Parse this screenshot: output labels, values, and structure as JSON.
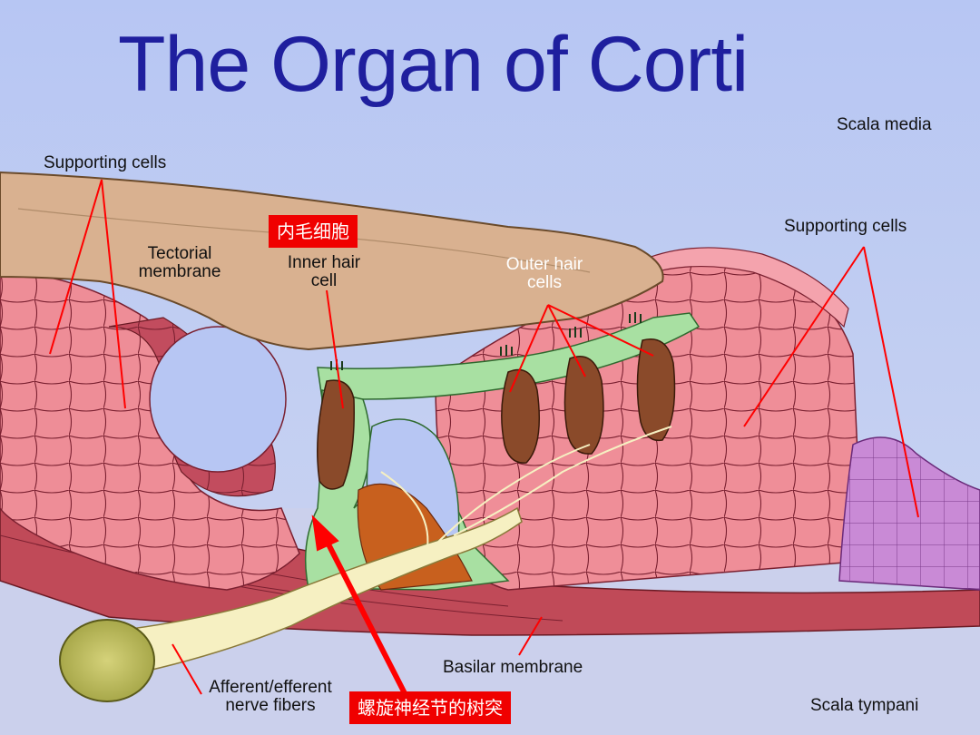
{
  "title": "The Organ of Corti",
  "labels": {
    "scala_media": "Scala media",
    "supporting_cells_left": "Supporting cells",
    "supporting_cells_right": "Supporting cells",
    "tectorial_membrane": "Tectorial\nmembrane",
    "inner_hair_cell": "Inner hair\ncell",
    "outer_hair_cells": "Outer hair\ncells",
    "basilar_membrane": "Basilar membrane",
    "nerve_fibers": "Afferent/efferent\nnerve fibers",
    "scala_tympani": "Scala tympani"
  },
  "annotations": {
    "inner_hair_cell_zh": "内毛细胞",
    "spiral_ganglion_dendrite_zh": "螺旋神经节的树突"
  },
  "colors": {
    "title": "#1f1f9e",
    "background": "#b9c8f2",
    "tectorial": "#d9b190",
    "tissue_pink": "#ee8d97",
    "tissue_dark": "#c24c5e",
    "green_support": "#a8e0a2",
    "hair_cell": "#8a4a2a",
    "purple_cells": "#c98ad6",
    "nerve": "#f6f0c2",
    "pointer": "#ff0000"
  }
}
